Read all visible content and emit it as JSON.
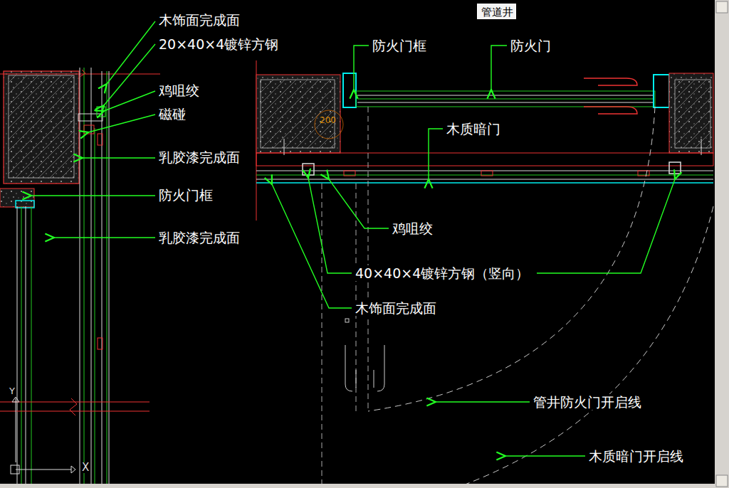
{
  "diagram": {
    "nodes": [
      {
        "text": [
          "管道井"
        ]
      }
    ],
    "labels": [
      "木饰面完成面",
      "20×40×4镀锌方钢",
      "鸡咀绞",
      "磁碰",
      "乳胶漆完成面",
      "防火门框",
      "乳胶漆完成面",
      "防火门框",
      "防火门",
      "木质暗门",
      "鸡咀绞",
      "40×40×4镀锌方钢（竖向）",
      "木饰面完成面",
      "管井防火门开启线",
      "木质暗门开启线",
      "200",
      "Y",
      "X"
    ]
  }
}
